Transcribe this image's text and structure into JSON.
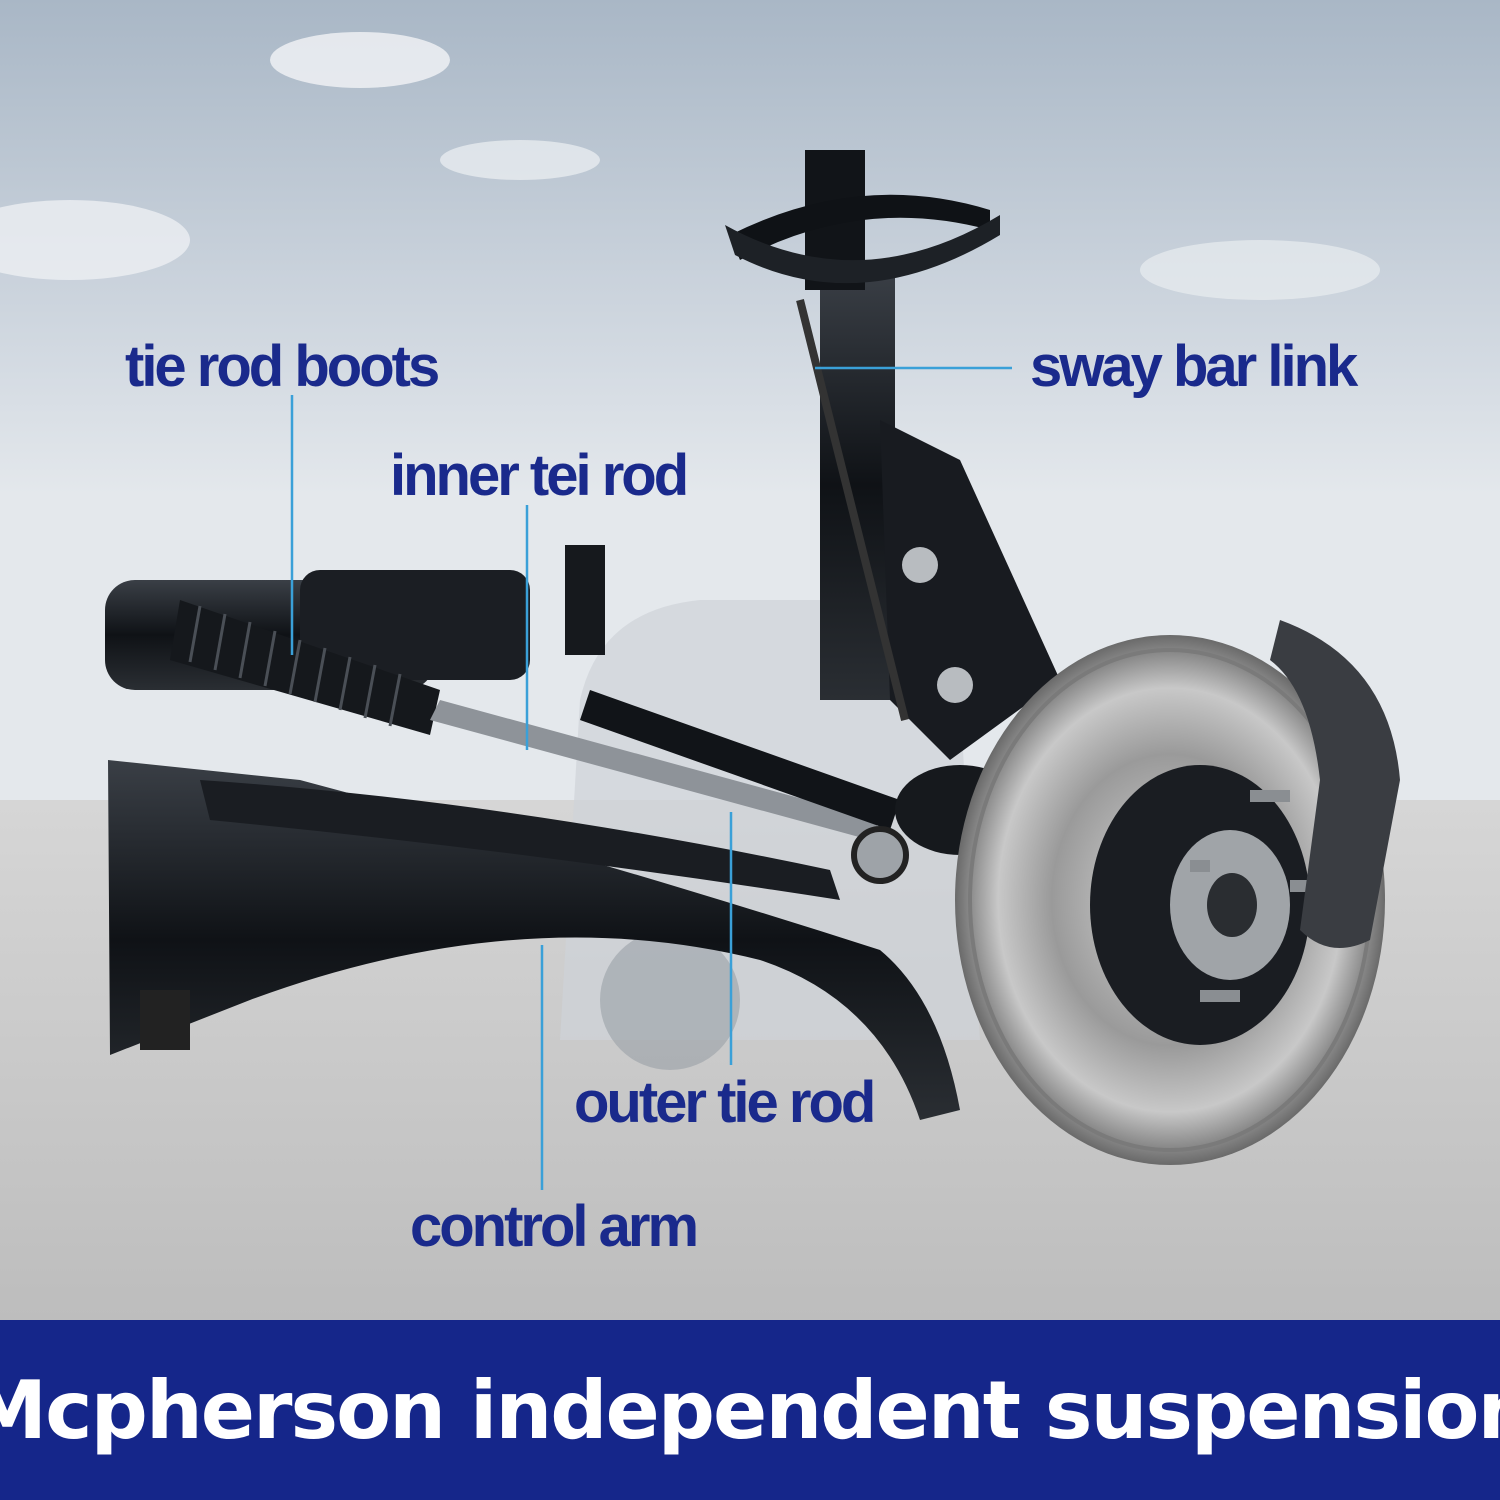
{
  "colors": {
    "label_text": "#1a2a8c",
    "leader_line": "#3aa0d8",
    "banner_bg": "#15268a",
    "banner_text": "#ffffff",
    "sky_top": "#aebccb",
    "ground": "#c9c9c9",
    "metal_dark": "#111418"
  },
  "labels": {
    "tie_rod_boots": "tie rod boots",
    "inner_tie_rod": "inner tei rod",
    "sway_bar_link": "sway bar link",
    "outer_tie_rod": "outer  tie rod",
    "control_arm": "control arm"
  },
  "banner": {
    "title": "Mcpherson independent suspension"
  }
}
